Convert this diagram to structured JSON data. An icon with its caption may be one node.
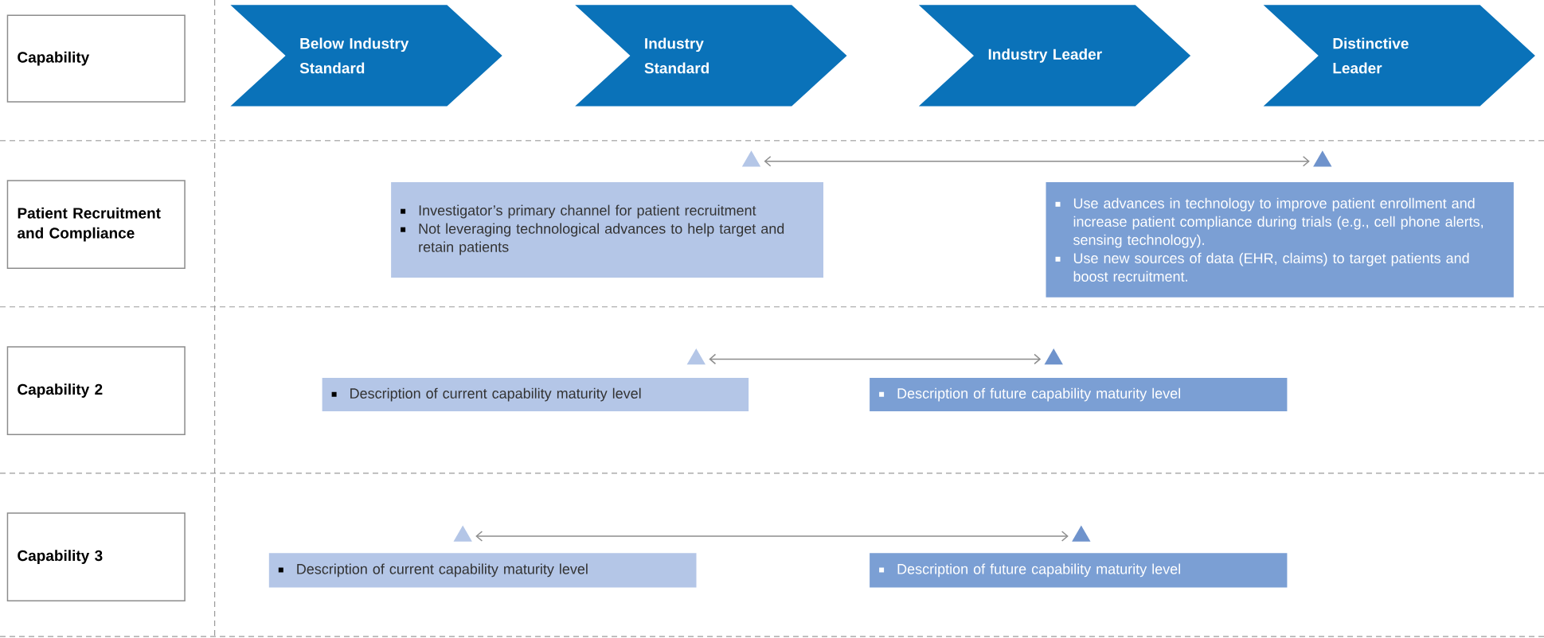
{
  "diagram": {
    "nodes": [
      {
        "text": [
          "Capability"
        ]
      },
      {
        "text": [
          "Below Industry Standard"
        ]
      },
      {
        "text": [
          "Industry Standard"
        ]
      },
      {
        "text": [
          "Industry Leader"
        ]
      },
      {
        "text": [
          "Distinctive Leader"
        ]
      },
      {
        "text": [
          "Patient Recruitment and Compliance"
        ]
      },
      {
        "text": [],
        "shape": "triangle"
      },
      {
        "text": [],
        "shape": "triangle"
      },
      {
        "text": [
          "Investigator’s primary channel for patient recruitment",
          "Not leveraging technological advances to help target and retain patients"
        ]
      },
      {
        "text": [
          "Use advances in technology to improve patient enrollment and increase patient compliance during trials (e.g., cell phone alerts, sensing technology).",
          "Use new sources of data (EHR, claims) to target patients and boost recruitment."
        ]
      },
      {
        "text": [
          "Capability 2"
        ]
      },
      {
        "text": [],
        "shape": "triangle"
      },
      {
        "text": [],
        "shape": "triangle"
      },
      {
        "text": [
          "Description of current capability maturity level"
        ]
      },
      {
        "text": [
          "Description of future capability maturity level"
        ]
      },
      {
        "text": [
          "Capability 3"
        ]
      },
      {
        "text": [],
        "shape": "triangle"
      },
      {
        "text": [],
        "shape": "triangle"
      },
      {
        "text": [
          "Description of current capability maturity level"
        ]
      },
      {
        "text": [
          "Description of future capability maturity level"
        ]
      }
    ],
    "edges": [
      {
        "from": 6,
        "to": 7,
        "arrow": "both"
      },
      {
        "from": 11,
        "to": 12,
        "arrow": "both"
      },
      {
        "from": 16,
        "to": 17,
        "arrow": "both"
      }
    ]
  }
}
